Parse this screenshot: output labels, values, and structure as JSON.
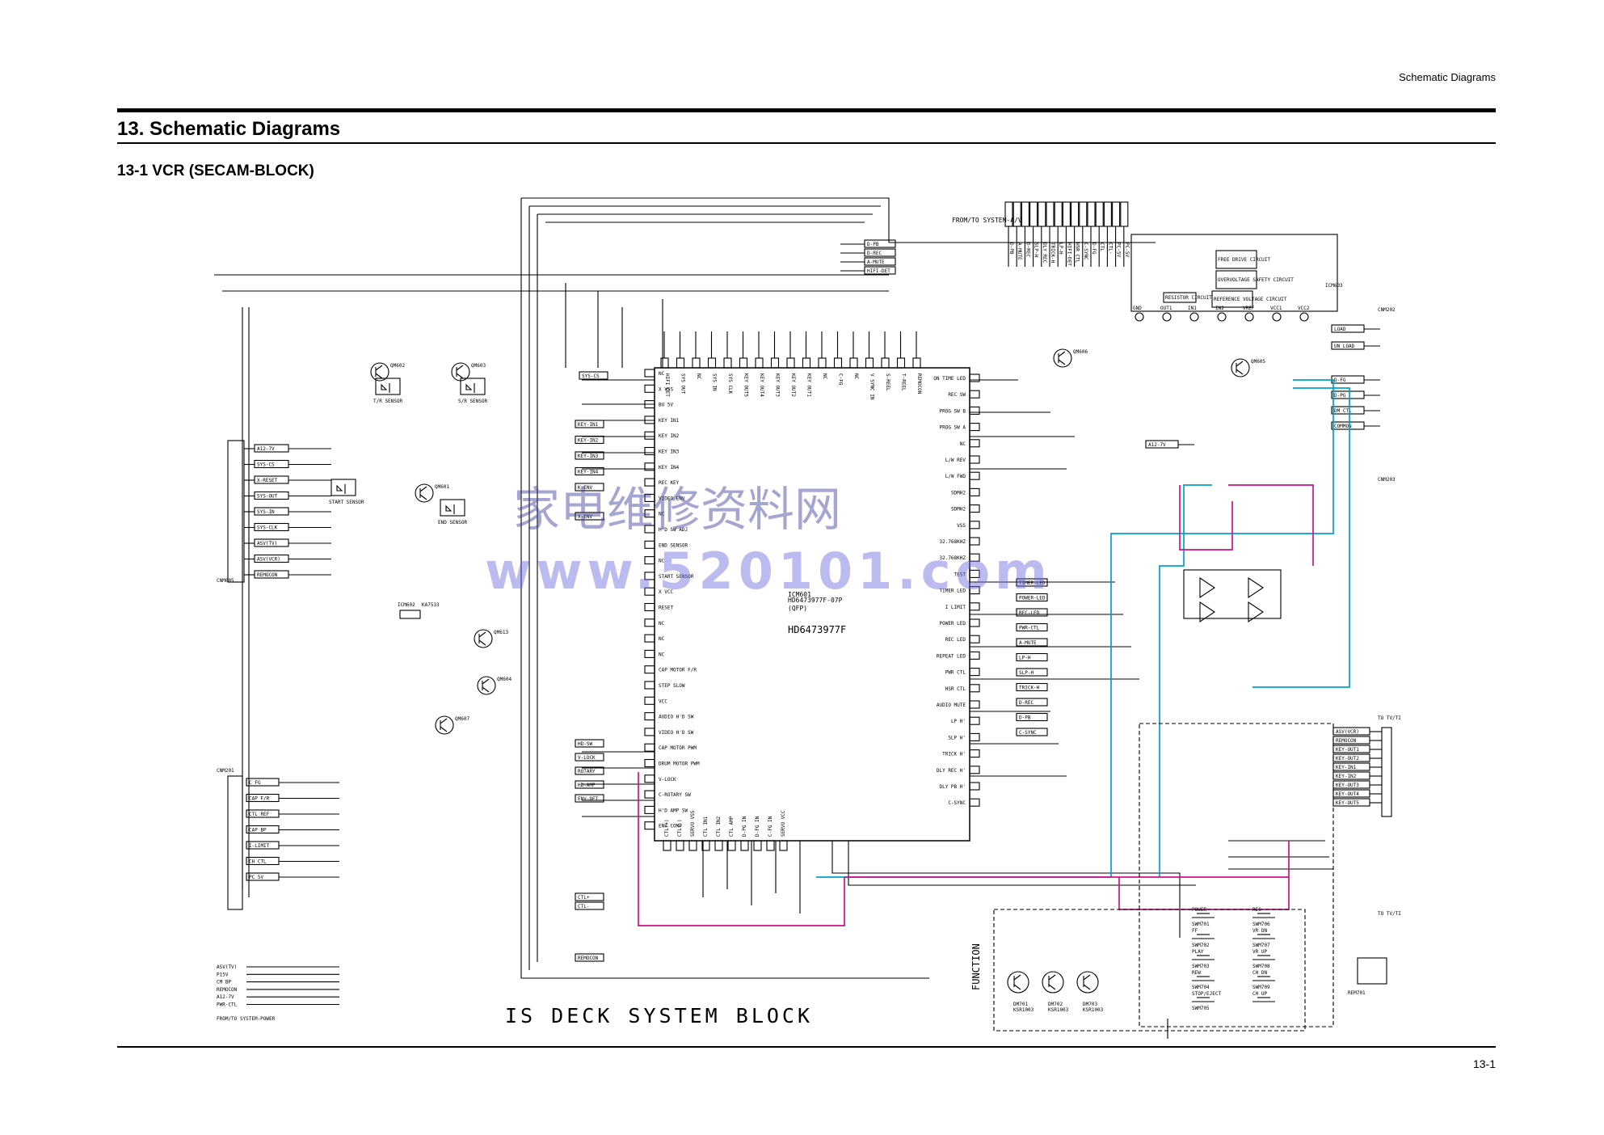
{
  "header": {
    "running_title": "Schematic Diagrams",
    "page_title": "13. Schematic Diagrams",
    "section_title": "13-1 VCR (SECAM-BLOCK)",
    "page_number": "13-1"
  },
  "schematic": {
    "main_ic": {
      "ref": "ICM601",
      "part": "HD6473977F",
      "part_full": "HD6473977F-07P",
      "package": "(QFP)"
    },
    "motor_ic": {
      "ref": "ICM603"
    },
    "block_title": "IS DECK SYSTEM BLOCK",
    "function_label": "FUNCTION",
    "connectors": {
      "from_to_system_av": "FROM/TO SYSTEM-A/V",
      "from_to_system_power": "FROM/TO SYSTEM-POWER",
      "to_tv_tuner_1": "TO TV/TI",
      "to_tv_tuner_2": "TO TV/TI",
      "cnm605": "CNM605",
      "cnm201": "CNM201",
      "cnm202": "CNM202",
      "cnm203": "CNM203"
    },
    "left_connector_signals": [
      "A12-7V",
      "SYS-CS",
      "X-RESET",
      "SYS-OUT",
      "SYS-IN",
      "SYS-CLK",
      "ASV(TV)",
      "ASV(VCR)",
      "REMOCON"
    ],
    "cnm201_signals": [
      "C FG",
      "CAP F/R",
      "CTL REF",
      "CAP BP",
      "I-LIMIT",
      "CH CTL",
      "PC 5V"
    ],
    "power_signals": [
      "REMOCON",
      "KEY-IN4"
    ],
    "power_bottom_signals": [
      "ASV(TV)",
      "P15V",
      "CM BP",
      "REMOCON",
      "A12-7V",
      "PWR-CTL"
    ],
    "top_right_signals": [
      "D-PB",
      "D-REC",
      "A-MUTE",
      "HIFI-DET"
    ],
    "right_side_signals": [
      "D-FG",
      "D-PG",
      "DM CTL",
      "COMMON",
      "LOAD",
      "UN LOAD",
      "A12-7V"
    ],
    "tuner_signals": [
      "ASV(VCR)",
      "REMOCON",
      "KEY-OUT1",
      "KEY-OUT2",
      "KEY-IN1",
      "KEY-IN2",
      "KEY-OUT3",
      "KEY-OUT4",
      "KEY-OUT5"
    ],
    "pin_left": [
      "NC",
      "X VSS",
      "BU 5V",
      "KEY IN1",
      "KEY IN2",
      "KEY IN3",
      "KEY IN4",
      "REC KEY",
      "VIDEO ENV",
      "NC",
      "H'D SW ADJ",
      "END SENSOR",
      "NC",
      "START SENSOR",
      "X VCC",
      "RESET",
      "NC",
      "NC",
      "NC",
      "CAP MOTOR F/R",
      "STEP SLOW",
      "VCC",
      "AUDIO H'D SW",
      "VIDEO H'D SW",
      "CAP MOTOR PWM",
      "DRUM MOTOR PWM",
      "V-LOCK",
      "C-ROTARY SW",
      "H'D AMP SW",
      "ENV COMP"
    ],
    "pin_right": [
      "ON TIME LED",
      "REC SW",
      "PROG SW B",
      "PROG SW A",
      "NC",
      "L/W REV",
      "L/W FWD",
      "SDMH2",
      "SDMH2",
      "VSS",
      "32.768KHZ",
      "32.768KHZ",
      "TEST",
      "TIMER LED",
      "I LIMIT",
      "POWER LED",
      "REC LED",
      "REPEAT LED",
      "PWR CTL",
      "HSR CTL",
      "AUDIO MUTE",
      "LP H'",
      "SLP H'",
      "TRICK H'",
      "DLY REC H'",
      "DLY PB H'",
      "C-SYNC"
    ],
    "pin_top": [
      "HIFI DET",
      "SYS OUT",
      "NC",
      "SYS IN",
      "SYS CLK",
      "KEY OUT5",
      "KEY OUT4",
      "KEY OUT3",
      "KEY OUT2",
      "KEY OUT1",
      "NC",
      "C-FG",
      "NC",
      "V SYNC IN",
      "S-REEL",
      "T-REEL",
      "REMOCON"
    ],
    "pin_bottom": [
      "CTL(+)",
      "CTL(-)",
      "SERVO VSS",
      "CTL IN1",
      "CTL IN2",
      "CTL AMP",
      "D-PG IN",
      "D-FG IN",
      "C-FG IN",
      "SERVO VCC"
    ],
    "nets_left": [
      "SYS-CS",
      "KEY-IN1",
      "KEY-IN2",
      "KEY-IN3",
      "KEY-IN4",
      "K-ENV",
      "X-ENV",
      "HD-SW",
      "V-LOCK",
      "ROTARY",
      "HD-AMP",
      "ENV-DET",
      "CTL+",
      "CTL-",
      "REMOCON"
    ],
    "nets_right": [
      "TIMER-LED",
      "POWER-LED",
      "REC-LED",
      "PWR-CTL",
      "A-MUTE",
      "LP-H",
      "SLP-H",
      "TRICK-H",
      "D-REC",
      "D-PB",
      "C-SYNC"
    ],
    "sensors": [
      "T/R SENSOR",
      "S/R SENSOR",
      "START SENSOR",
      "END SENSOR"
    ],
    "transistors": [
      "QM602",
      "QM603",
      "QM601",
      "QM604",
      "QM605",
      "QM606",
      "QM607",
      "QM613"
    ],
    "function_keys": [
      "POWER",
      "FF",
      "PLAY",
      "REW",
      "STOP/EJECT",
      "REC",
      "VR DN",
      "VR UP",
      "CH DN",
      "CH UP"
    ],
    "function_switches": [
      "SWM701",
      "SWM702",
      "SWM703",
      "SWM704",
      "SWM705",
      "SWM706",
      "SWM707",
      "SWM708",
      "SWM709"
    ],
    "led_parts": [
      "DM701",
      "DM702",
      "DM703"
    ],
    "led_drivers": [
      "KSR1003",
      "KSR1003",
      "KSR1003"
    ],
    "remote_receiver": "REM701",
    "driver_blocks": [
      "FREE DRIVE CIRCUIT",
      "OVERVOLTAGE SAFETY CIRCUIT",
      "RESISTOR CIRCUIT",
      "REFERENCE VOLTAGE CIRCUIT"
    ],
    "motor_driver_pins": [
      "GND",
      "OUT1",
      "IN1",
      "IN2",
      "VREF",
      "VCC1",
      "VCC2"
    ],
    "regulator": {
      "ref": "ICM602",
      "part": "KA7533"
    },
    "oscillator": "32.768KHZ",
    "av_connector_signals": [
      "D-PB",
      "A-MUTE",
      "D-REC",
      "SLP-H",
      "DLY REC",
      "TRICK-H",
      "LP-H",
      "HIFI-DET",
      "HSR CTL",
      "C-SYNC",
      "D-FG",
      "CTL",
      "CTL-",
      "PC-5V",
      "PC-5V"
    ]
  },
  "watermark": {
    "chinese": "家电维修资料网",
    "url": "www.520101.com"
  }
}
